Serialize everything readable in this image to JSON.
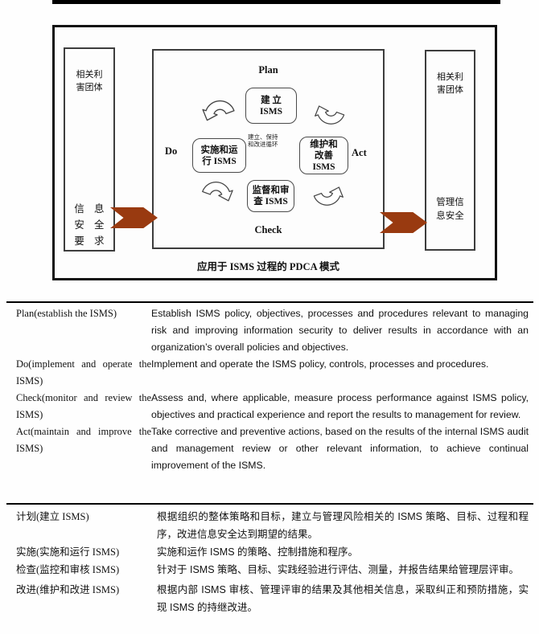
{
  "diagram": {
    "caption": "应用于 ISMS 过程的 PDCA 模式",
    "labels": {
      "plan": "Plan",
      "do": "Do",
      "act": "Act",
      "check": "Check"
    },
    "boxes": {
      "establish": {
        "line1": "建 立",
        "line2": "ISMS"
      },
      "implement": {
        "line1": "实施和运",
        "line2": "行 ISMS"
      },
      "maintain": {
        "line1": "维护和",
        "line2": "改善",
        "line3": "ISMS"
      },
      "monitor": {
        "line1": "监督和审",
        "line2": "查 ISMS"
      }
    },
    "cycle_note": {
      "line1": "建立、保持",
      "line2": "和改进循环"
    },
    "left_panel": {
      "top_line1": "相关利",
      "top_line2": "害团体",
      "bottom_line1": "信 息",
      "bottom_line2": "安 全",
      "bottom_line3": "要 求"
    },
    "right_panel": {
      "top_line1": "相关利",
      "top_line2": "害团体",
      "bottom_line1": "管理信",
      "bottom_line2": "息安全"
    },
    "colors": {
      "flow_arrow": "#993a10"
    }
  },
  "english_table": {
    "rows": [
      {
        "term": "Plan(establish the ISMS)",
        "definition": "Establish ISMS policy, objectives, processes and procedures relevant to managing risk and improving information security to deliver results in accordance with an organization’s overall policies and objectives."
      },
      {
        "term": "Do(implement and operate the ISMS)",
        "definition": "Implement and operate the ISMS policy, controls, processes and procedures."
      },
      {
        "term": "Check(monitor and review the ISMS)",
        "definition": "Assess and, where applicable, measure process performance against ISMS policy, objectives and practical experience and report the results to management for review."
      },
      {
        "term": "Act(maintain and improve the ISMS)",
        "definition": "Take corrective and preventive actions, based on the results of the internal ISMS audit and management review or other relevant information, to achieve continual improvement of the ISMS."
      }
    ]
  },
  "chinese_table": {
    "rows": [
      {
        "term": "计划(建立 ISMS)",
        "definition": "根据组织的整体策略和目标，建立与管理风险相关的 ISMS 策略、目标、过程和程序，改进信息安全达到期望的结果。"
      },
      {
        "term": "实施(实施和运行 ISMS)",
        "definition": "实施和运作 ISMS 的策略、控制措施和程序。"
      },
      {
        "term": "检查(监控和审核 ISMS)",
        "definition": "针对于 ISMS 策略、目标、实践经验进行评估、测量，并报告结果给管理层评审。"
      },
      {
        "term": "改进(维护和改进 ISMS)",
        "definition": "根据内部 ISMS 审核、管理评审的结果及其他相关信息，采取纠正和预防措施，实现 ISMS 的持继改进。"
      }
    ]
  }
}
